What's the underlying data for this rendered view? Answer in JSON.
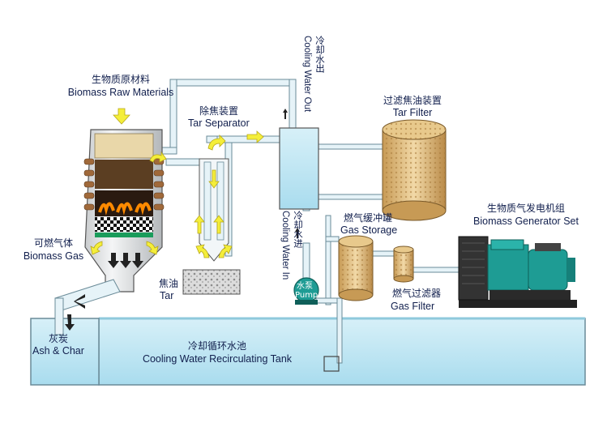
{
  "labels": {
    "biomass_raw_cn": "生物质原材料",
    "biomass_raw_en": "Biomass Raw Materials",
    "tar_separator_cn": "除焦装置",
    "tar_separator_en": "Tar Separator",
    "cooling_out_cn": "冷却水出",
    "cooling_out_en": "Cooling Water Out",
    "cooling_in_cn": "冷却水进",
    "cooling_in_en": "Cooling Water In",
    "tar_filter_cn": "过滤焦油装置",
    "tar_filter_en": "Tar Filter",
    "gas_storage_cn": "燃气缓冲罐",
    "gas_storage_en": "Gas Storage",
    "gas_filter_cn": "燃气过滤器",
    "gas_filter_en": "Gas Filter",
    "generator_cn": "生物质气发电机组",
    "generator_en": "Biomass Generator Set",
    "biomass_gas_cn": "可燃气体",
    "biomass_gas_en": "Biomass Gas",
    "tar_cn": "焦油",
    "tar_en": "Tar",
    "ash_cn": "灰炭",
    "ash_en": "Ash & Char",
    "tank_cn": "冷却循环水池",
    "tank_en": "Cooling Water Recirculating Tank",
    "pump_cn": "水泵",
    "pump_en": "Pump"
  },
  "colors": {
    "pipe": "#e6f3f8",
    "pipe_stroke": "#6a8b98",
    "water": "#bfe6f3",
    "arrow": "#f4ee3a",
    "pump": "#1e9c94",
    "label": "#111f4d"
  }
}
